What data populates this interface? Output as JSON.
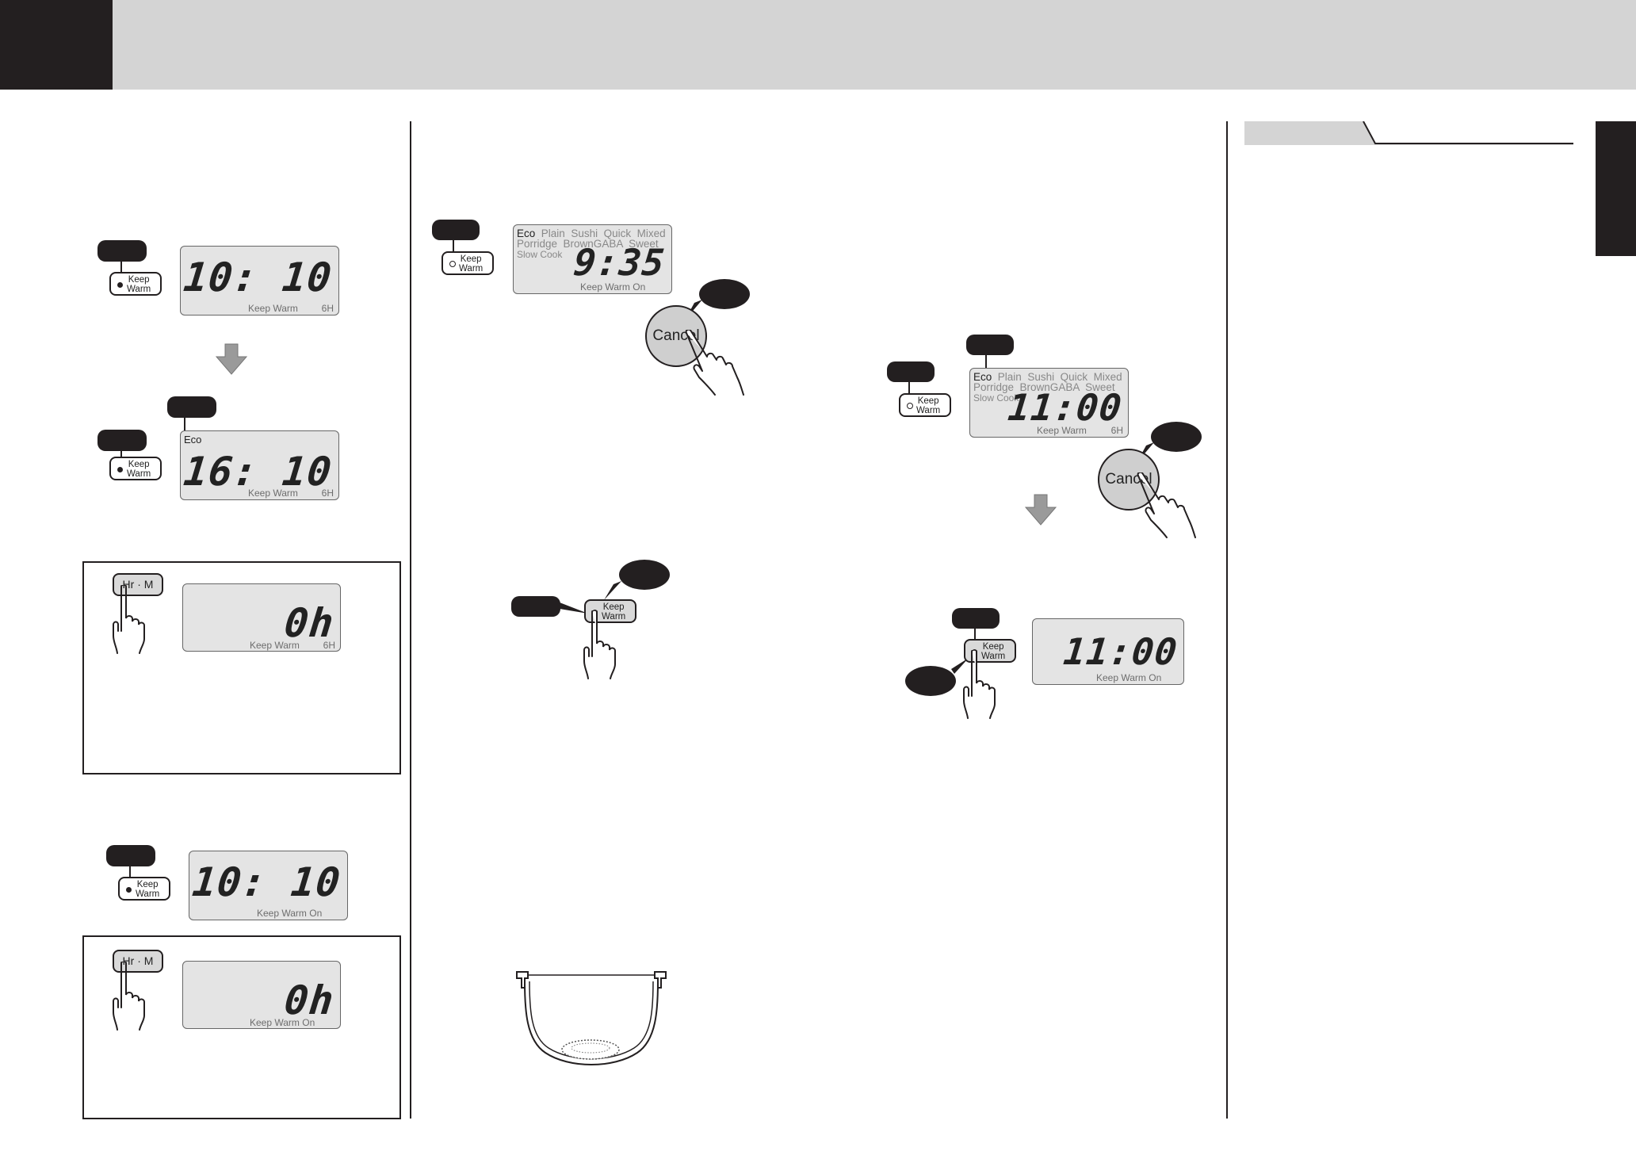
{
  "keep_warm_button": {
    "label": "Keep\nWarm"
  },
  "hr_m_button": {
    "label": "Hr · M"
  },
  "cancel_button": {
    "label": "Cancel"
  },
  "display1": {
    "time": "10: 10",
    "status": "Keep Warm",
    "hours": "6H"
  },
  "display2": {
    "mode": "Eco",
    "time": "16: 10",
    "status": "Keep Warm",
    "hours": "6H"
  },
  "display3": {
    "time": "0h",
    "status": "Keep Warm",
    "hours": "6H"
  },
  "display4": {
    "time": "10: 10",
    "status": "Keep Warm On"
  },
  "display5": {
    "time": "0h",
    "status": "Keep Warm On"
  },
  "display6": {
    "modes_row1": [
      "Eco",
      "Plain",
      "Sushi",
      "Quick",
      "Mixed"
    ],
    "modes_row2": [
      "Porridge",
      "BrownGABA",
      "Sweet"
    ],
    "modes_row3": "Slow Cook",
    "time": "9:35",
    "status": "Keep Warm On"
  },
  "display7": {
    "modes_row1": [
      "Eco",
      "Plain",
      "Sushi",
      "Quick",
      "Mixed"
    ],
    "modes_row2": [
      "Porridge",
      "BrownGABA",
      "Sweet"
    ],
    "modes_row3": "Slow Cook",
    "time": "11:00",
    "status": "Keep Warm",
    "hours": "6H"
  },
  "display8": {
    "time": "11:00",
    "status": "Keep Warm On"
  },
  "colors": {
    "header": "#d4d4d4",
    "dark": "#231f20",
    "lcd": "#e4e4e4"
  }
}
